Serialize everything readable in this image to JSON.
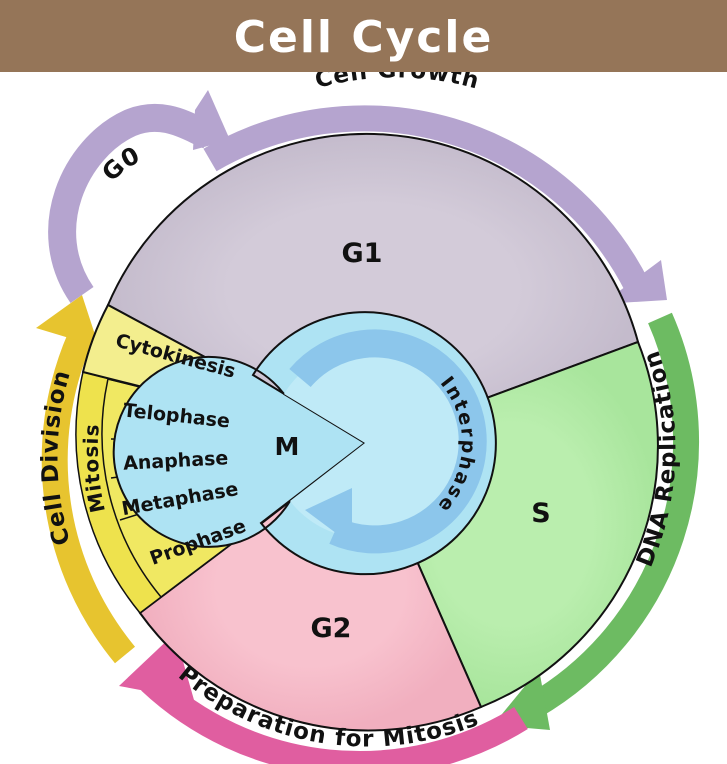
{
  "title": "Cell Cycle",
  "outer_labels": {
    "g0": "G0",
    "growth": "Cell Growth",
    "replication": "DNA Replication",
    "preparation": "Preparation for Mitosis",
    "division": "Cell Division"
  },
  "phases": {
    "g1": "G1",
    "s": "S",
    "g2": "G2",
    "m": "M"
  },
  "mitosis": {
    "label": "Mitosis",
    "cytokinesis": "Cytokinesis",
    "stages": [
      "Telophase",
      "Anaphase",
      "Metaphase",
      "Prophase"
    ]
  },
  "interphase": "Interphase",
  "colors": {
    "title_bar": "#957558",
    "g1": "#CCC4D3",
    "s": "#B3EBA7",
    "g2": "#F6B8C6",
    "m": "#F3EFA1",
    "mitosis_band": "#EEE24D",
    "cytokinesis": "#F3EE8E",
    "interphase_ring": "#AEE3F3",
    "interphase_inner": "#BFEAF7",
    "interphase_arrow": "#8CC6EB",
    "arrow_growth": "#B5A4CF",
    "arrow_replication": "#6DBB62",
    "arrow_preparation": "#E05EA0",
    "arrow_division": "#E7C42F"
  }
}
